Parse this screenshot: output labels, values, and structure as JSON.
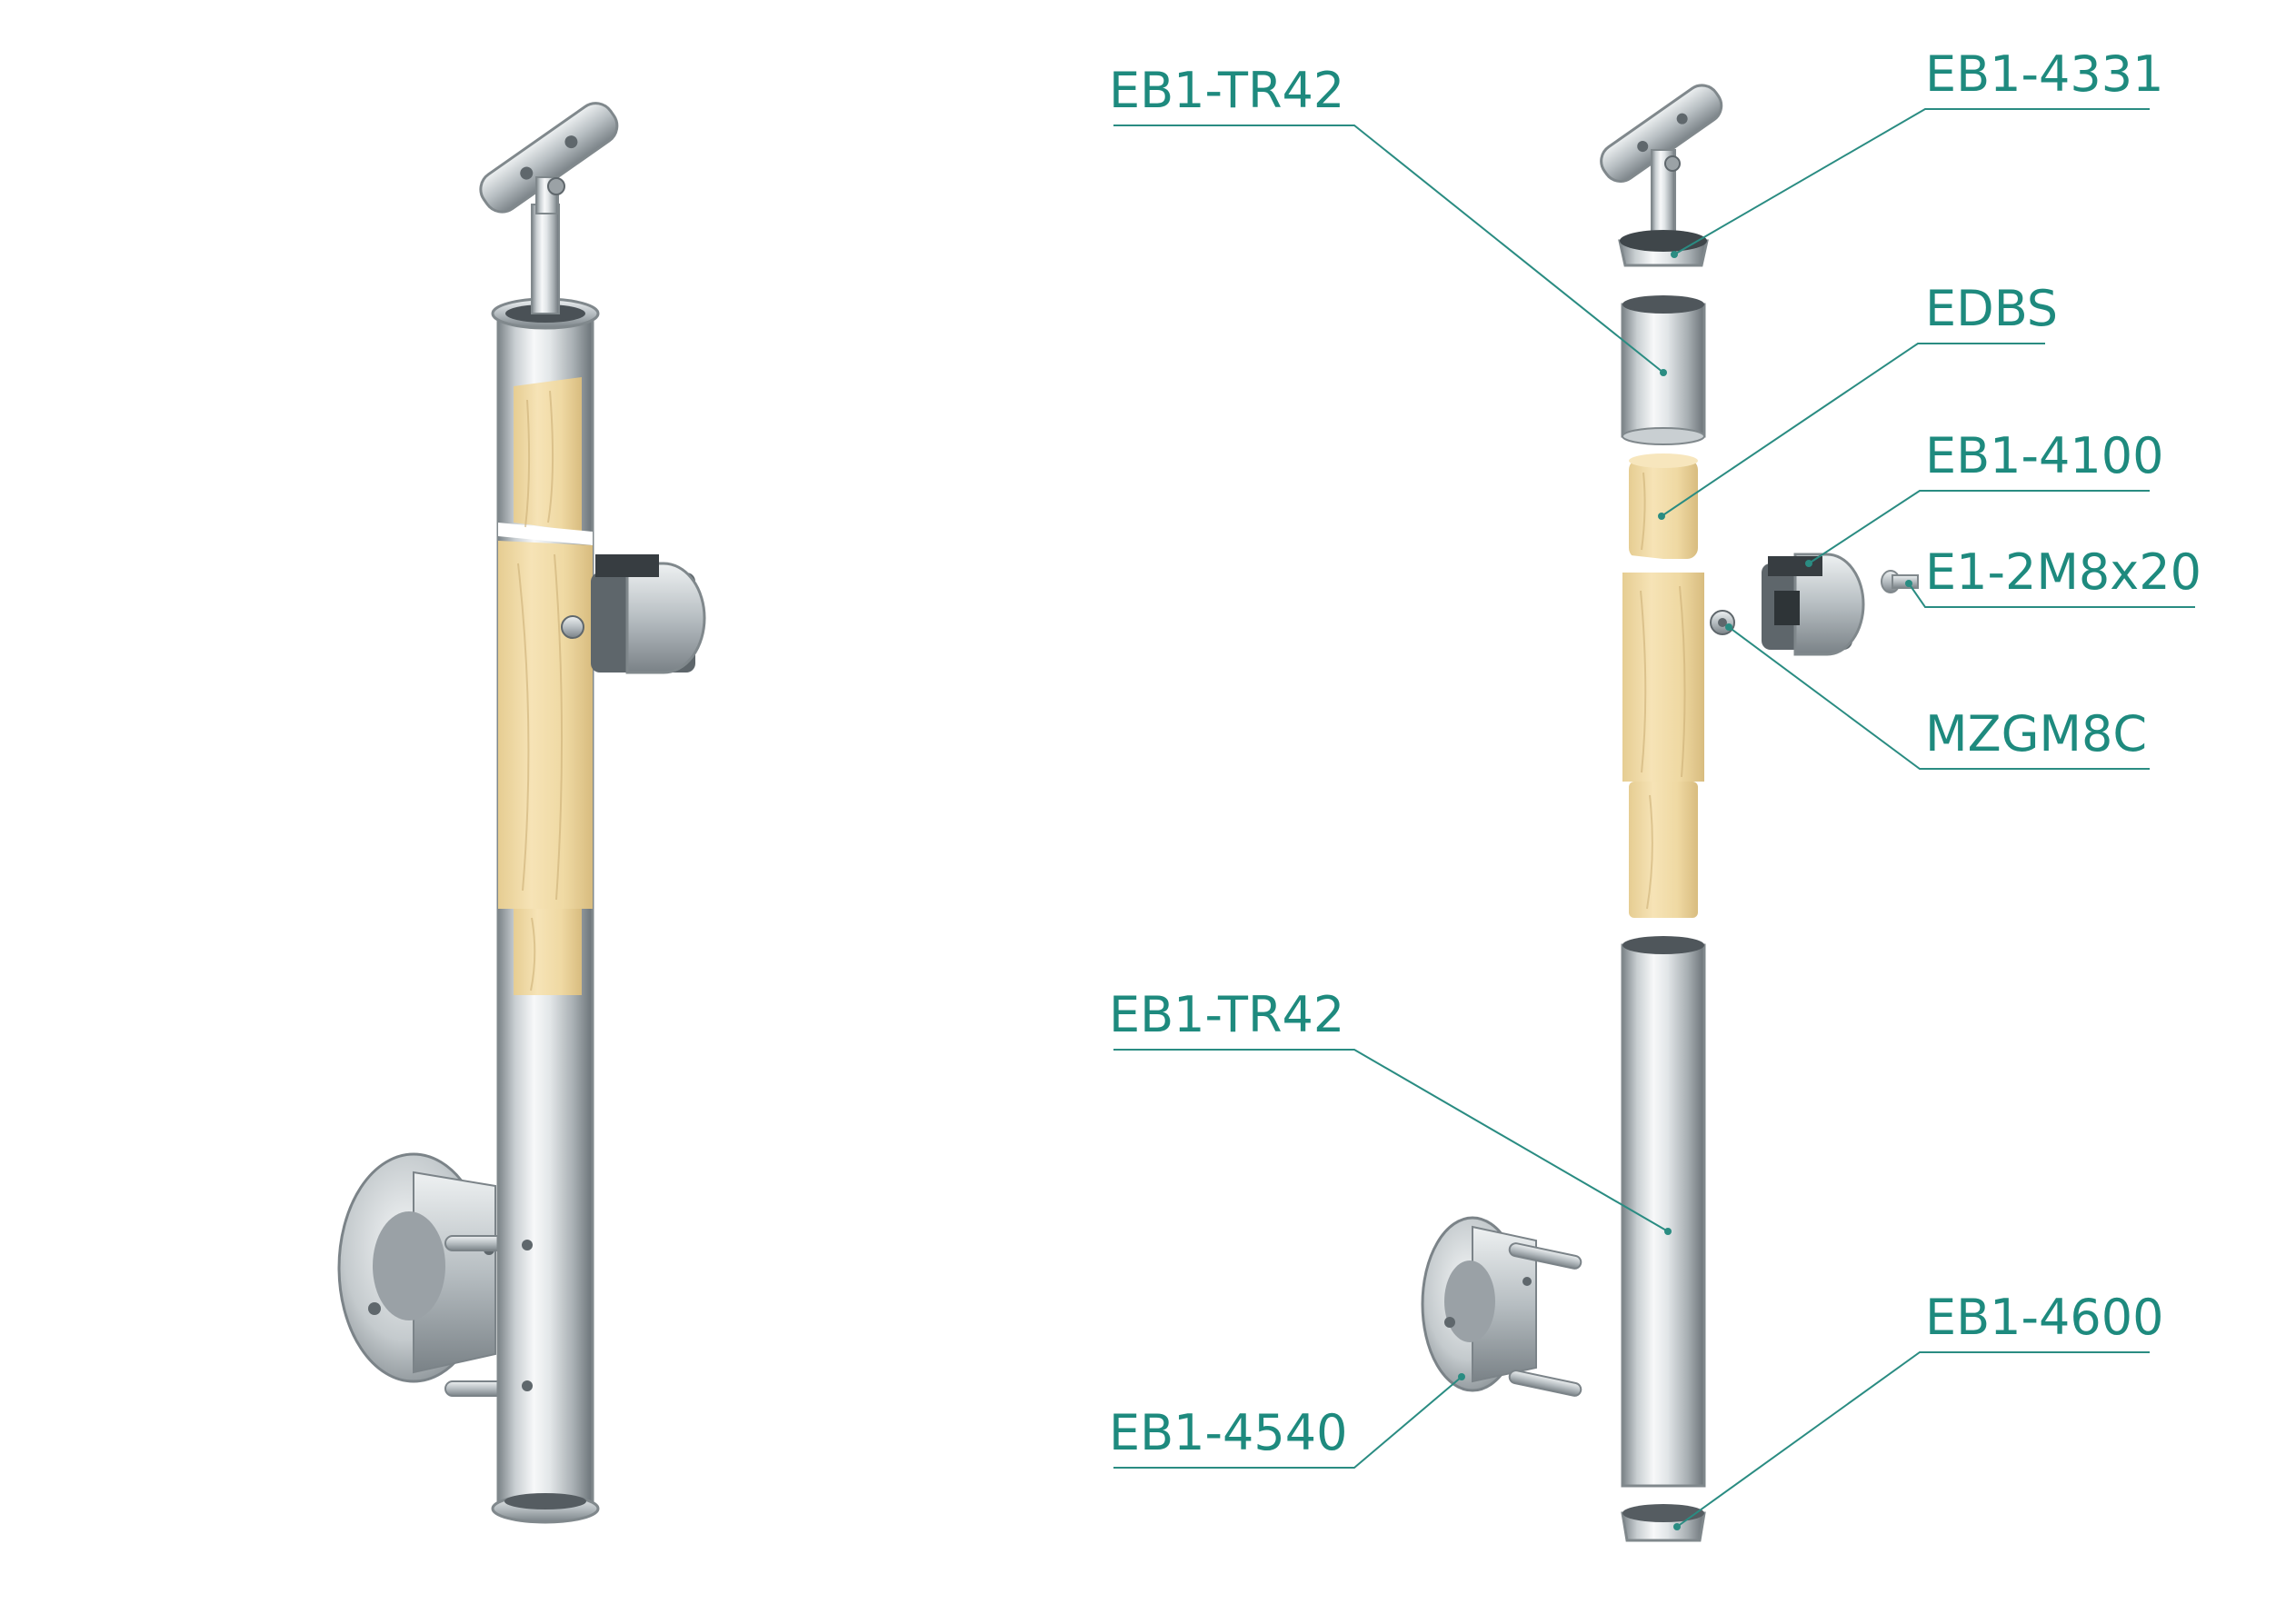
{
  "theme": {
    "label_color": "#1e8a7e",
    "leader_color": "#2a8c82",
    "steel_light": "#f4f6f7",
    "steel_mid": "#b9bfc3",
    "steel_dark": "#6f777c",
    "wood_light": "#f3dfae",
    "wood_dark": "#d9bd7f",
    "background": "#ffffff"
  },
  "callouts": [
    {
      "id": "tube-upper",
      "label": "EB1-TR42",
      "part": "upper steel tube"
    },
    {
      "id": "handrail-support",
      "label": "EB1-4331",
      "part": "handrail saddle support"
    },
    {
      "id": "wood-insert",
      "label": "EDBS",
      "part": "wooden insert"
    },
    {
      "id": "holder",
      "label": "EB1-4100",
      "part": "glass / bar holder"
    },
    {
      "id": "screw",
      "label": "E1-2M8x20",
      "part": "screw"
    },
    {
      "id": "nut",
      "label": "MZGM8C",
      "part": "nut"
    },
    {
      "id": "tube-lower",
      "label": "EB1-TR42",
      "part": "lower steel tube"
    },
    {
      "id": "wall-flange",
      "label": "EB1-4540",
      "part": "wall mounting flange"
    },
    {
      "id": "end-cap",
      "label": "EB1-4600",
      "part": "bottom end cap"
    }
  ]
}
